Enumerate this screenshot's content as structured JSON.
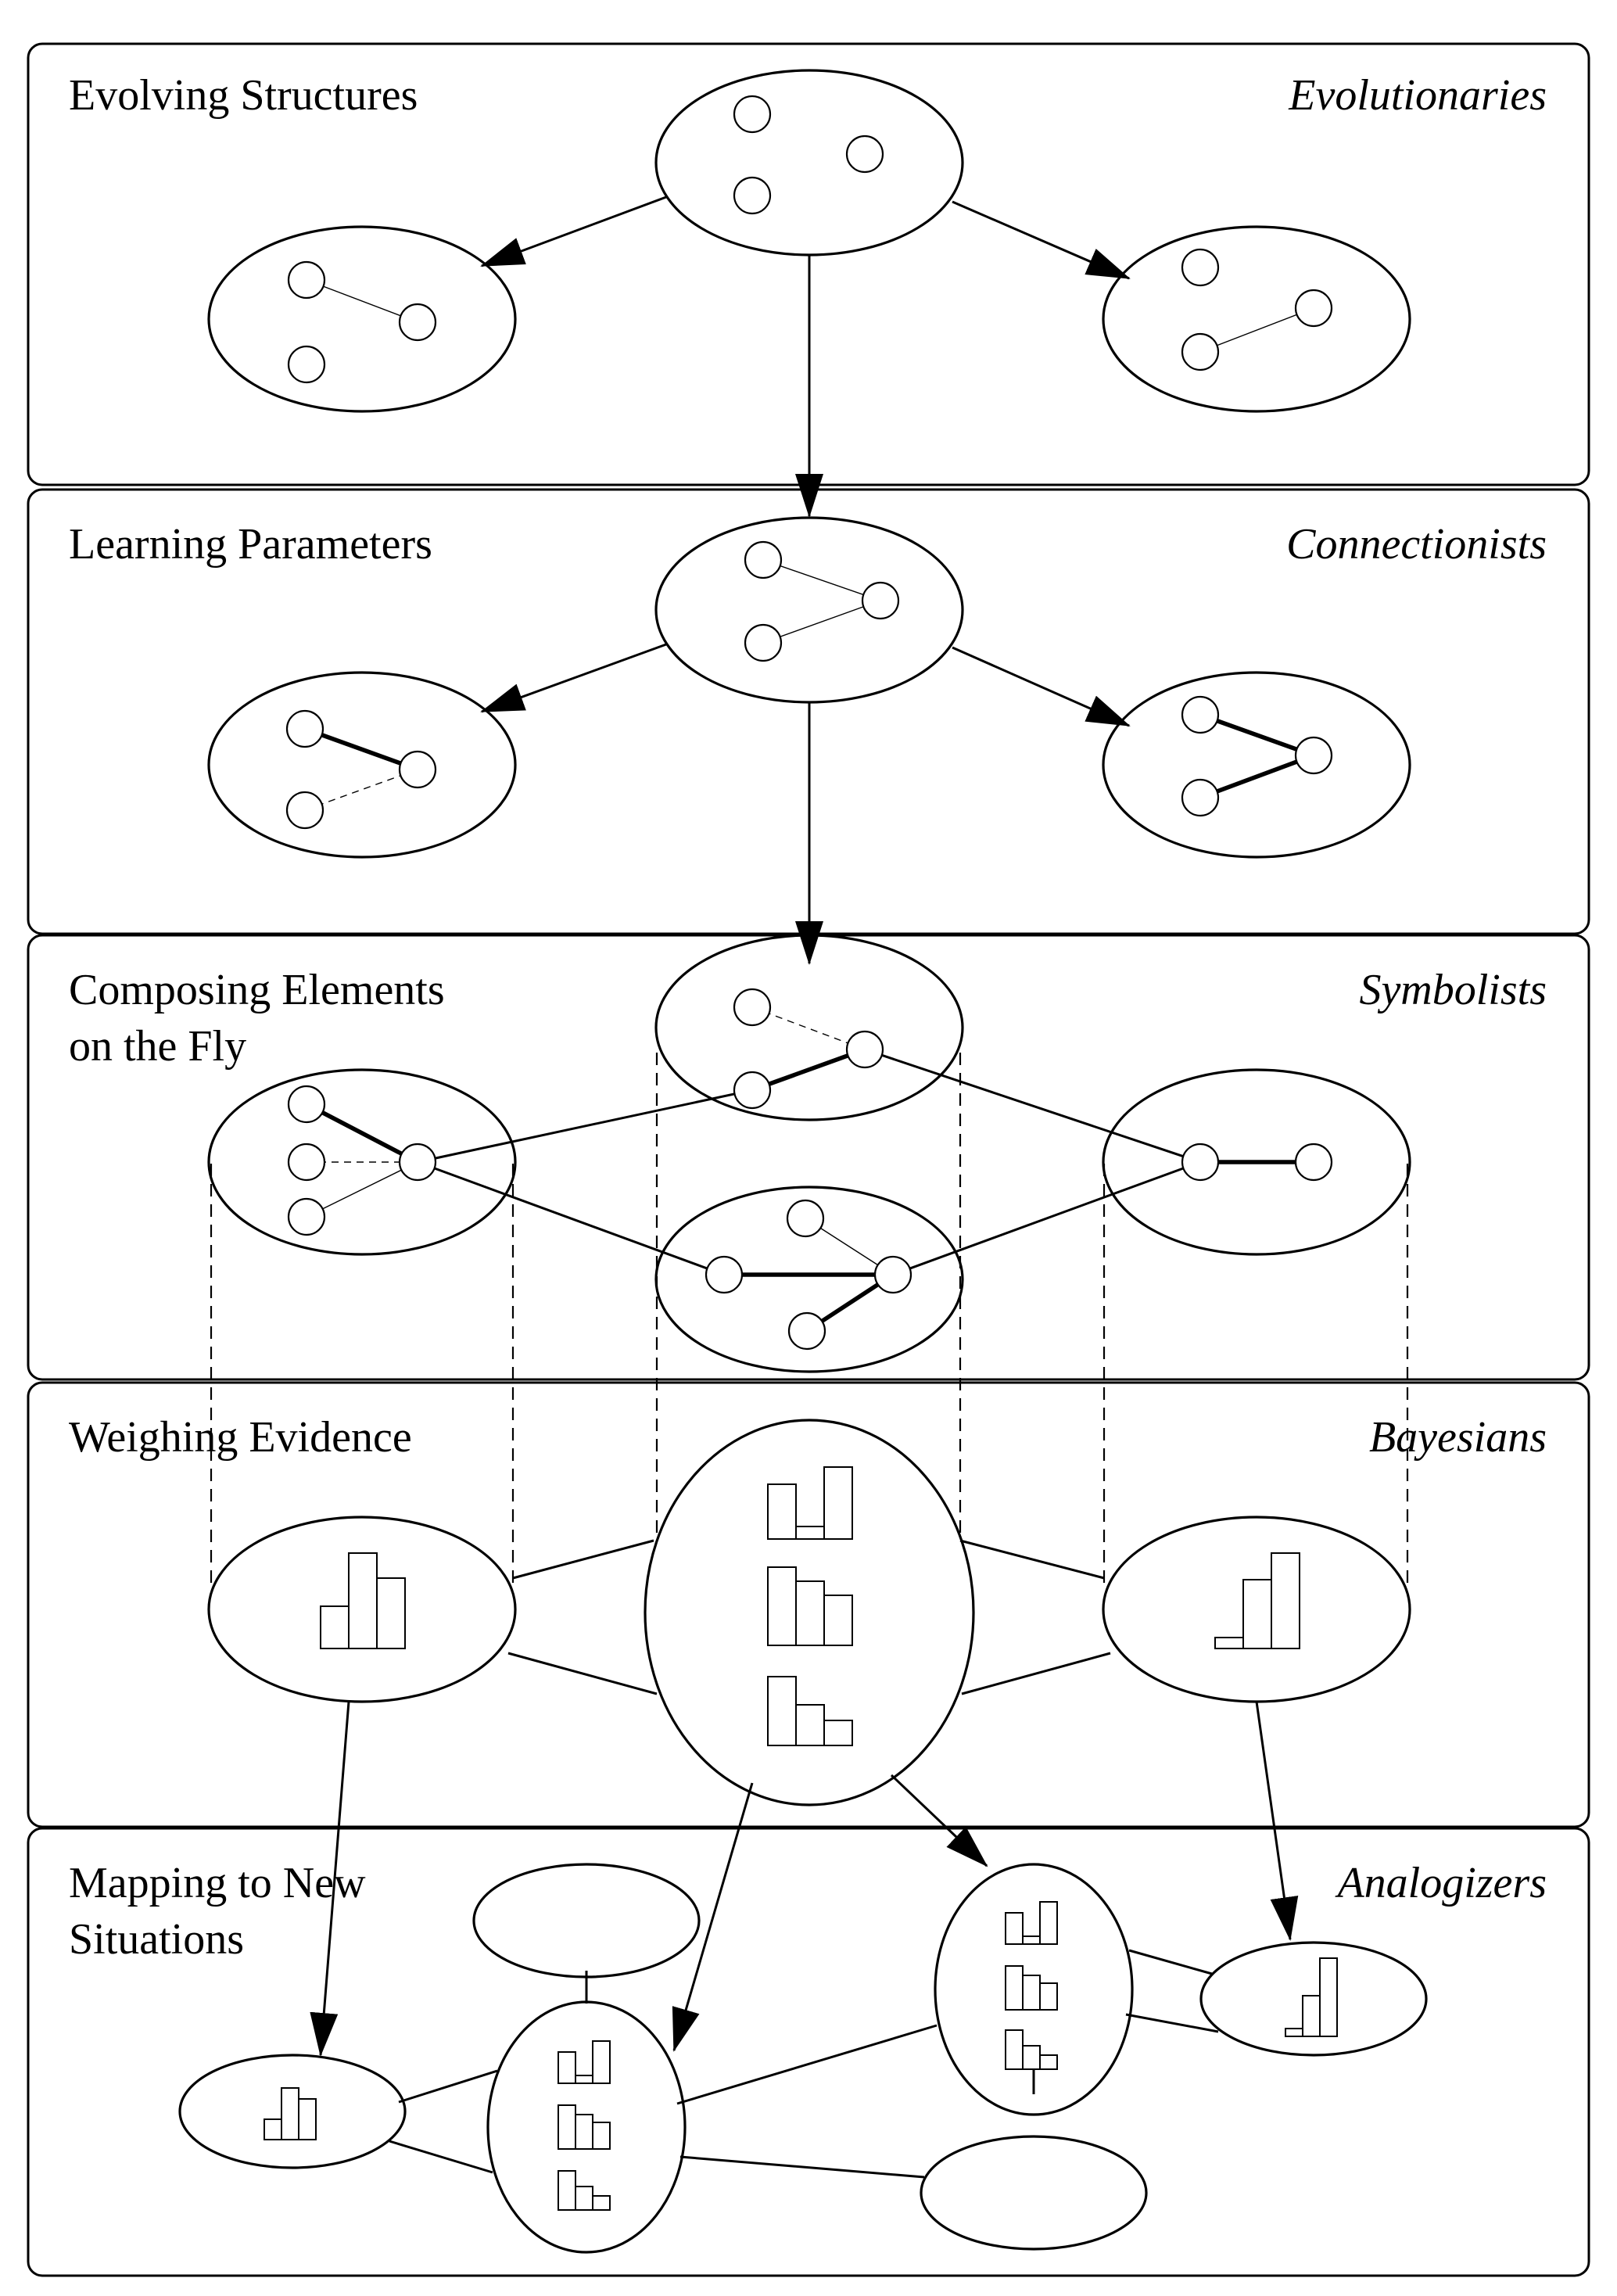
{
  "panels": [
    {
      "label_lines": [
        "Evolving Structures"
      ],
      "tribe": "Evolutionaries"
    },
    {
      "label_lines": [
        "Learning Parameters"
      ],
      "tribe": "Connectionists"
    },
    {
      "label_lines": [
        "Composing Elements",
        "on the Fly"
      ],
      "tribe": "Symbolists"
    },
    {
      "label_lines": [
        "Weighing Evidence"
      ],
      "tribe": "Bayesians"
    },
    {
      "label_lines": [
        "Mapping to New",
        "Situations"
      ],
      "tribe": "Analogizers"
    }
  ],
  "colors": {
    "stroke": "#000000",
    "background": "#ffffff"
  }
}
